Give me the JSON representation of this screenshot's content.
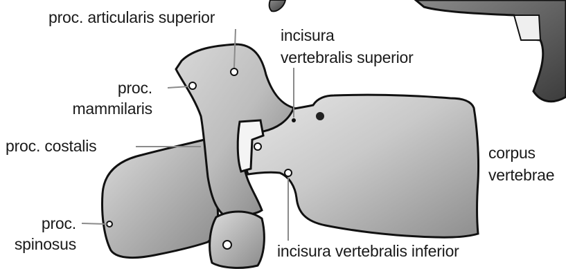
{
  "labels": {
    "articularis_superior": "proc. articularis superior",
    "incisura_superior_line1": "incisura",
    "incisura_superior_line2": "vertebralis superior",
    "mammilaris_line1": "proc.",
    "mammilaris_line2": "mammilaris",
    "costalis": "proc. costalis",
    "corpus_line1": "corpus",
    "corpus_line2": "vertebrae",
    "spinosus_line1": "proc.",
    "spinosus_line2": "spinosus",
    "incisura_inferior": "incisura vertebralis inferior"
  },
  "colors": {
    "bone_fill": "#cfcfcf",
    "bone_shadow": "#7a7a7a",
    "outline": "#111111",
    "label_text": "#1a1a1a",
    "leader_line": "#8a8a8a"
  }
}
